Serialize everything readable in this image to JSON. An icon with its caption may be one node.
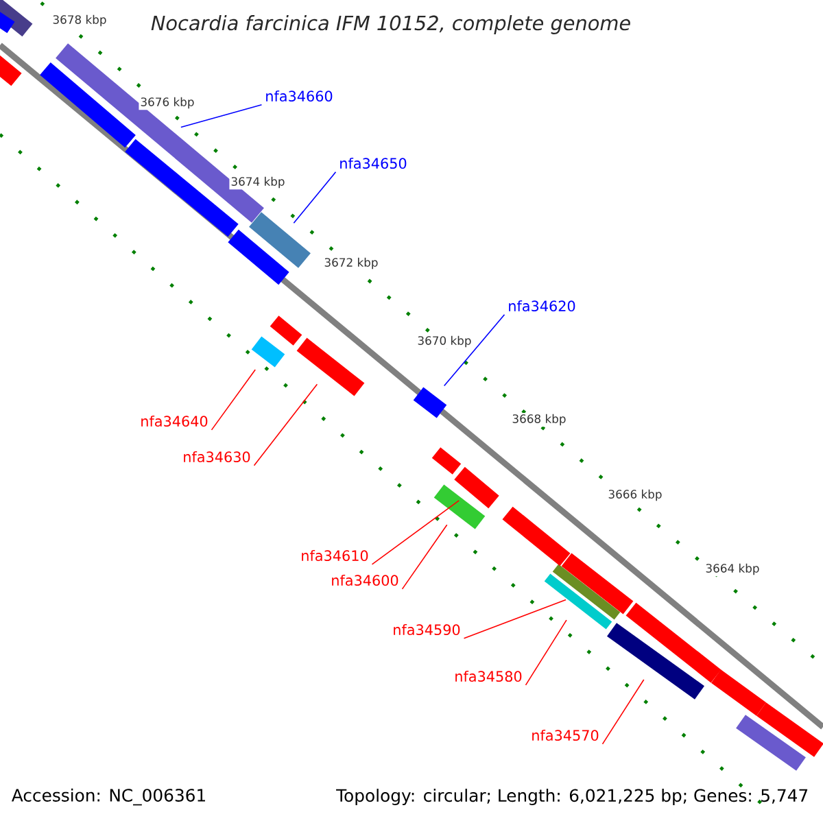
{
  "diagram": {
    "title": "Nocardia farcinica IFM 10152, complete genome",
    "nodes": [
      {
        "text": [
          "nfa34660"
        ]
      },
      {
        "text": [],
        "shape": "bar"
      },
      {
        "text": [
          "nfa34650"
        ]
      },
      {
        "text": [],
        "shape": "bar"
      },
      {
        "text": [
          "nfa34620"
        ]
      },
      {
        "text": [],
        "shape": "bar"
      },
      {
        "text": [
          "nfa34640"
        ]
      },
      {
        "text": [],
        "shape": "bar"
      },
      {
        "text": [
          "nfa34630"
        ]
      },
      {
        "text": [],
        "shape": "bar"
      },
      {
        "text": [
          "nfa34610"
        ]
      },
      {
        "text": [],
        "shape": "bar"
      },
      {
        "text": [
          "nfa34600"
        ]
      },
      {
        "text": [],
        "shape": "bar"
      },
      {
        "text": [
          "nfa34590"
        ]
      },
      {
        "text": [],
        "shape": "bar"
      },
      {
        "text": [
          "nfa34580"
        ]
      },
      {
        "text": [],
        "shape": "bar"
      },
      {
        "text": [
          "nfa34570"
        ]
      },
      {
        "text": [],
        "shape": "bar"
      },
      {
        "text": [],
        "shape": "bar"
      },
      {
        "text": [],
        "shape": "bar"
      },
      {
        "text": [],
        "shape": "bar"
      },
      {
        "text": [],
        "shape": "bar"
      },
      {
        "text": [],
        "shape": "bar"
      },
      {
        "text": [],
        "shape": "bar"
      },
      {
        "text": [],
        "shape": "bar"
      },
      {
        "text": [],
        "shape": "bar"
      },
      {
        "text": [],
        "shape": "bar"
      },
      {
        "text": [],
        "shape": "bar"
      },
      {
        "text": [],
        "shape": "bar"
      },
      {
        "text": [],
        "shape": "bar"
      },
      {
        "text": [],
        "shape": "bar"
      },
      {
        "text": [],
        "shape": "bar"
      }
    ],
    "edges": [
      {
        "from": 0,
        "to": 1,
        "arrow": "none",
        "color": "#0000ff"
      },
      {
        "from": 2,
        "to": 3,
        "arrow": "none",
        "color": "#0000ff"
      },
      {
        "from": 4,
        "to": 5,
        "arrow": "none",
        "color": "#0000ff"
      },
      {
        "from": 6,
        "to": 7,
        "arrow": "none"
      },
      {
        "from": 8,
        "to": 9,
        "arrow": "none"
      },
      {
        "from": 10,
        "to": 11,
        "arrow": "none"
      },
      {
        "from": 12,
        "to": 13,
        "arrow": "none"
      },
      {
        "from": 14,
        "to": 15,
        "arrow": "none"
      },
      {
        "from": 16,
        "to": 17,
        "arrow": "none"
      },
      {
        "from": 18,
        "to": 19,
        "arrow": "none"
      }
    ],
    "labels": [
      "3678 kbp",
      "3676 kbp",
      "3674 kbp",
      "3672 kbp",
      "3670 kbp",
      "3668 kbp",
      "3666 kbp",
      "3664 kbp",
      "Accession: NC_006361",
      "Topology: circular; Length: 6,021,225 bp; Genes: 5,747"
    ]
  }
}
